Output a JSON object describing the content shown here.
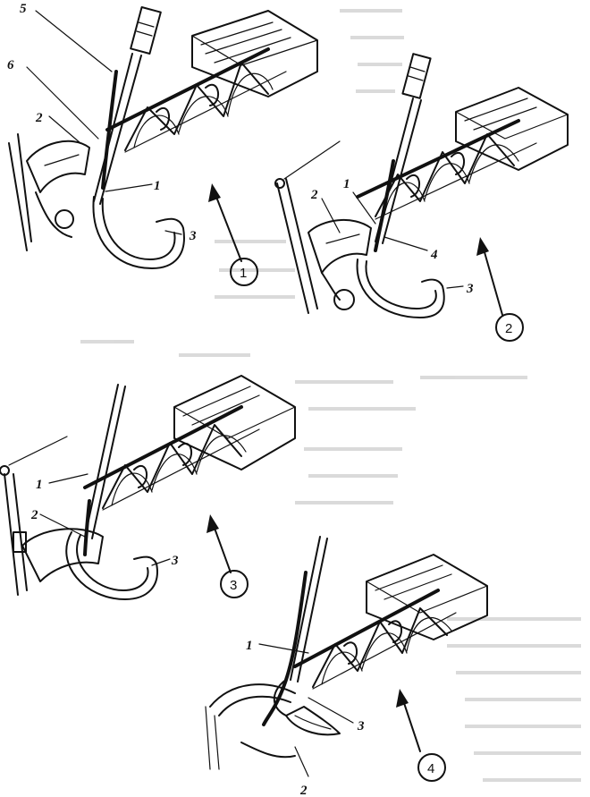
{
  "figure": {
    "panels": [
      {
        "id": "panel-1",
        "step_number": "1",
        "callouts": [
          "5",
          "6",
          "2",
          "1",
          "3"
        ]
      },
      {
        "id": "panel-2",
        "step_number": "2",
        "callouts": [
          "2",
          "1",
          "4",
          "3"
        ]
      },
      {
        "id": "panel-3",
        "step_number": "3",
        "callouts": [
          "1",
          "2",
          "3"
        ]
      },
      {
        "id": "panel-4",
        "step_number": "4",
        "callouts": [
          "1",
          "3",
          "2"
        ]
      }
    ],
    "colors": {
      "ink": "#111111",
      "paper": "#ffffff",
      "bleed_through": "#bdbdbd"
    }
  }
}
